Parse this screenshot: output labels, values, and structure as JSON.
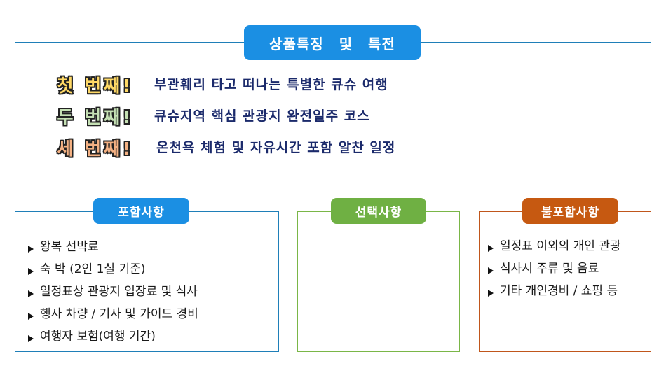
{
  "features": {
    "title": "상품특징 및 특전",
    "rows": [
      {
        "ordinal": "첫 번째!",
        "text": "부관훼리 타고 떠나는 특별한 큐슈 여행",
        "ordinal_color": "#ffd966"
      },
      {
        "ordinal": "두 번째!",
        "text": "큐슈지역 핵심 관광지 완전일주 코스",
        "ordinal_color": "#c5e0b4"
      },
      {
        "ordinal": "세 번째!",
        "text": "온천욕 체험 및 자유시간 포함 알찬 일정",
        "ordinal_color": "#f4b183"
      }
    ]
  },
  "included": {
    "title": "포함사항",
    "items": [
      "왕복 선박료",
      "숙 박 (2인 1실 기준)",
      "일정표상 관광지 입장료 및 식사",
      "행사 차량 / 기사 및 가이드 경비",
      "여행자 보험(여행 기간)"
    ]
  },
  "optional": {
    "title": "선택사항",
    "items": []
  },
  "excluded": {
    "title": "불포함사항",
    "items": [
      "일정표 이외의 개인 관광",
      "식사시 주류 및 음료",
      "기타 개인경비 / 쇼핑 등"
    ]
  },
  "colors": {
    "blue": "#1b8fe3",
    "green": "#6fb043",
    "orange": "#c65911",
    "text_navy": "#1b2a6b"
  }
}
